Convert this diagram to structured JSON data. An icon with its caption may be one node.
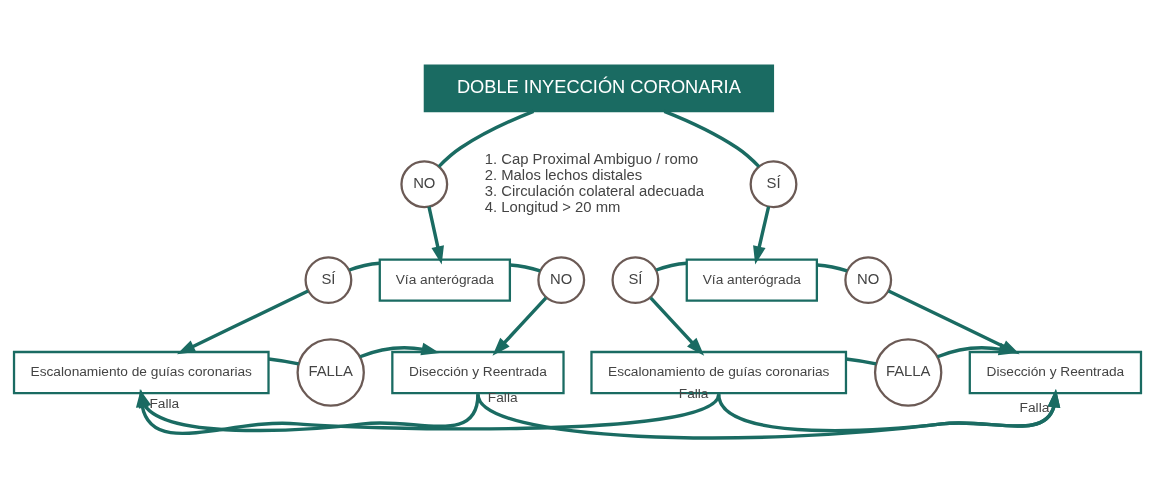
{
  "diagram": {
    "nodes": [
      {
        "text": [
          "DOBLE INYECCIÓN CORONARIA"
        ]
      },
      {
        "text": [
          "NO"
        ]
      },
      {
        "text": [
          "SÍ"
        ]
      },
      {
        "text": [
          "Vía anterógrada"
        ]
      },
      {
        "text": [
          "SÍ"
        ]
      },
      {
        "text": [
          "NO"
        ]
      },
      {
        "text": [
          "Escalonamiento de guías coronarias"
        ]
      },
      {
        "text": [
          "FALLA"
        ]
      },
      {
        "text": [
          "Disección y Reentrada"
        ]
      },
      {
        "text": [
          "Vía anterógrada"
        ]
      },
      {
        "text": [
          "SÍ"
        ]
      },
      {
        "text": [
          "NO"
        ]
      },
      {
        "text": [
          "Escalonamiento de guías coronarias"
        ]
      },
      {
        "text": [
          "FALLA"
        ]
      },
      {
        "text": [
          "Disección y Reentrada"
        ]
      }
    ],
    "edges": [
      {
        "from": 0,
        "to": 1,
        "arrow": "none"
      },
      {
        "from": 0,
        "to": 2,
        "arrow": "none"
      },
      {
        "from": 1,
        "to": 3,
        "arrow": "to"
      },
      {
        "from": 2,
        "to": 9,
        "arrow": "to"
      },
      {
        "from": 3,
        "to": 4,
        "arrow": "none"
      },
      {
        "from": 3,
        "to": 5,
        "arrow": "none"
      },
      {
        "from": 4,
        "to": 6,
        "arrow": "to"
      },
      {
        "from": 5,
        "to": 8,
        "arrow": "to"
      },
      {
        "from": 6,
        "to": 7,
        "arrow": "none"
      },
      {
        "from": 7,
        "to": 8,
        "arrow": "to"
      },
      {
        "from": 9,
        "to": 10,
        "arrow": "none"
      },
      {
        "from": 9,
        "to": 11,
        "arrow": "none"
      },
      {
        "from": 10,
        "to": 12,
        "arrow": "to"
      },
      {
        "from": 11,
        "to": 14,
        "arrow": "to"
      },
      {
        "from": 12,
        "to": 13,
        "arrow": "none"
      },
      {
        "from": 13,
        "to": 14,
        "arrow": "to"
      },
      {
        "from": 8,
        "to": 6,
        "arrow": "to",
        "label": "Falla"
      },
      {
        "from": 8,
        "to": 14,
        "arrow": "to",
        "label": "Falla"
      },
      {
        "from": 12,
        "to": 6,
        "arrow": "to",
        "label": "Falla"
      },
      {
        "from": 12,
        "to": 14,
        "arrow": "to",
        "label": "Falla"
      }
    ],
    "labels": [
      "1. Cap Proximal Ambiguo / romo",
      "2. Malos lechos distales",
      "3. Circulación colateral adecuada",
      "4. Longitud > 20 mm"
    ]
  }
}
